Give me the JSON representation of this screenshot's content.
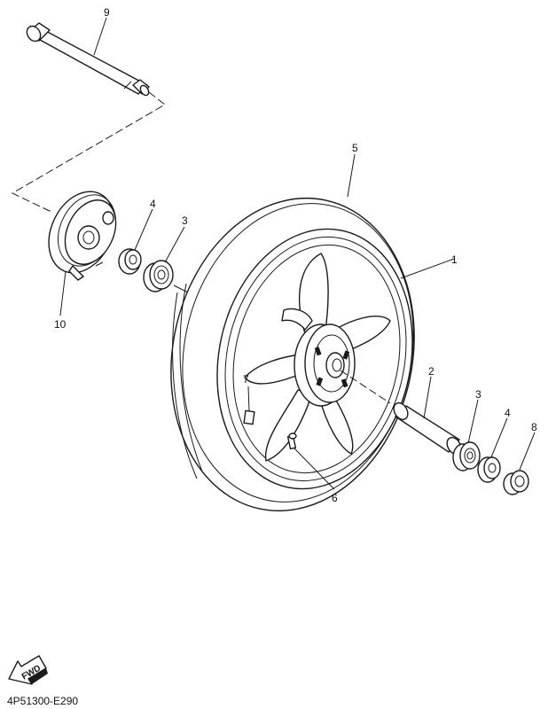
{
  "diagram": {
    "document_code": "4P51300-E290",
    "direction_badge": "FWD",
    "callouts": [
      {
        "id": "c1",
        "label": "1"
      },
      {
        "id": "c2",
        "label": "2"
      },
      {
        "id": "c3a",
        "label": "3"
      },
      {
        "id": "c3b",
        "label": "3"
      },
      {
        "id": "c4a",
        "label": "4"
      },
      {
        "id": "c4b",
        "label": "4"
      },
      {
        "id": "c5",
        "label": "5"
      },
      {
        "id": "c6",
        "label": "6"
      },
      {
        "id": "c7",
        "label": "7"
      },
      {
        "id": "c8",
        "label": "8"
      },
      {
        "id": "c9",
        "label": "9"
      },
      {
        "id": "c10",
        "label": "10"
      }
    ]
  }
}
